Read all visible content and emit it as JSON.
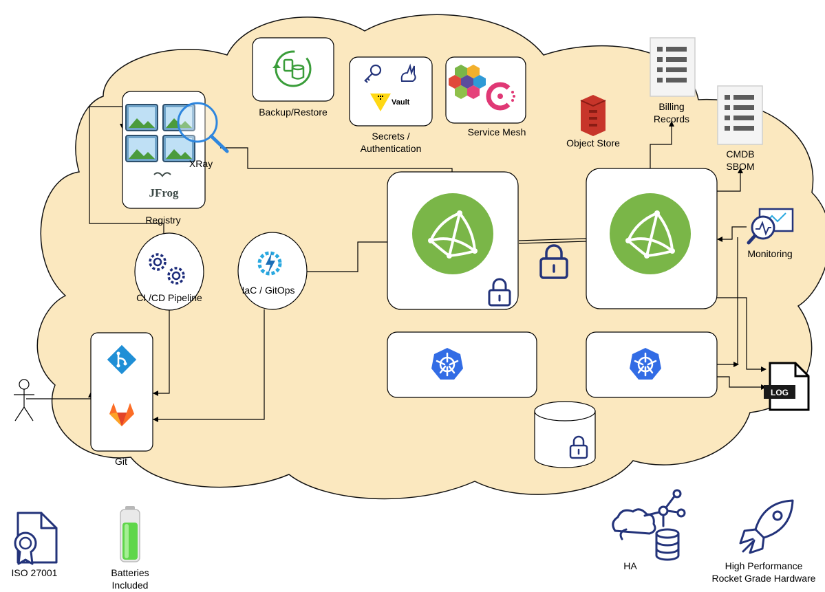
{
  "labels": {
    "backup": "Backup/Restore",
    "secrets_line1": "Secrets /",
    "secrets_line2": "Authentication",
    "vault_brand": "Vault",
    "service_mesh": "Service Mesh",
    "object_store": "Object Store",
    "billing_line1": "Billing",
    "billing_line2": "Records",
    "cmdb_line1": "CMDB",
    "cmdb_line2": "SBOM",
    "xray": "XRay",
    "jfrog": "JFrog",
    "registry": "Registry",
    "monitoring": "Monitoring",
    "cicd": "CI /CD Pipeline",
    "iac": "IaC / GitOps",
    "git": "Git",
    "log": "LOG",
    "iso": "ISO 27001",
    "batteries_line1": "Batteries",
    "batteries_line2": "Included",
    "ha": "HA",
    "perf_line1": "High Performance",
    "perf_line2": "Rocket Grade Hardware"
  },
  "colors": {
    "cloud_fill": "#fbe8bf",
    "cloud_stroke": "#111111",
    "cluster_green": "#7ab648",
    "kubernetes_blue": "#326ce5",
    "navy_icons": "#23337a",
    "gitlab_orange": "#fc6d26",
    "git_tile_blue": "#1f8fd6",
    "object_store_red": "#c7352a",
    "gear_blue": "#1c2b7a",
    "iac_blue": "#29a8e0"
  },
  "icons": [
    "backup-restore-icon",
    "key-icon",
    "rabbit-icon",
    "vault-icon",
    "service-mesh-hexagons-icon",
    "consul-icon",
    "object-store-icon",
    "billing-document-icon",
    "cmdb-document-icon",
    "registry-images-icon",
    "magnifier-icon",
    "jfrog-logo",
    "gears-icon",
    "iac-gear-bolt-icon",
    "git-icon",
    "gitlab-icon",
    "user-stick-figure-icon",
    "cluster-icon",
    "kubernetes-icon",
    "database-icon",
    "lock-icon",
    "monitoring-icon",
    "log-file-icon",
    "iso-certificate-icon",
    "battery-icon",
    "ha-cloud-network-icon",
    "rocket-icon"
  ]
}
